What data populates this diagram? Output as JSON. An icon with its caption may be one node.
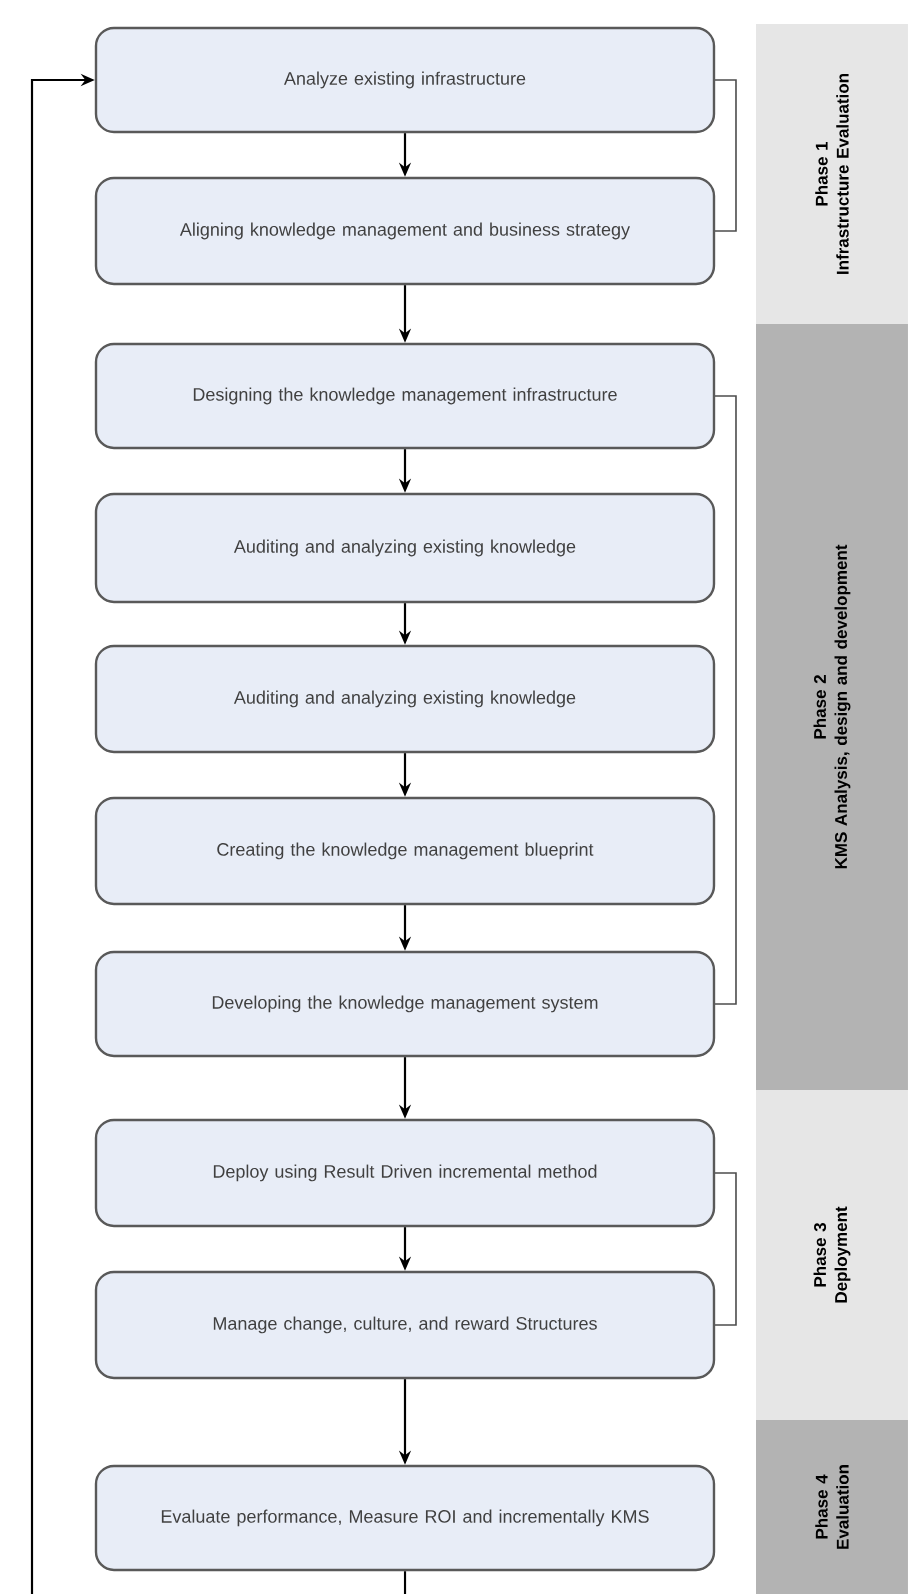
{
  "diagram": {
    "nodes": [
      {
        "text": [
          "Analyze existing infrastructure"
        ]
      },
      {
        "text": [
          "Aligning knowledge management and business strategy"
        ]
      },
      {
        "text": [
          "Designing the knowledge management infrastructure"
        ]
      },
      {
        "text": [
          "Auditing and analyzing existing knowledge"
        ]
      },
      {
        "text": [
          "Auditing and analyzing existing knowledge"
        ]
      },
      {
        "text": [
          "Creating the knowledge management blueprint"
        ]
      },
      {
        "text": [
          "Developing the knowledge management system"
        ]
      },
      {
        "text": [
          "Deploy using Result Driven incremental method"
        ]
      },
      {
        "text": [
          "Manage change, culture, and reward Structures"
        ]
      },
      {
        "text": [
          "Evaluate performance, Measure ROI and incrementally KMS"
        ]
      },
      {
        "text": [
          "Phase 1",
          "Infrastructure Evaluation"
        ]
      },
      {
        "text": [
          "Phase 2",
          "KMS Analysis, design and development"
        ]
      },
      {
        "text": [
          "Phase 3",
          "Deployment"
        ]
      },
      {
        "text": [
          "Phase 4",
          "Evaluation"
        ]
      }
    ],
    "edges": [
      {
        "from": 0,
        "to": 1,
        "arrow": "to"
      },
      {
        "from": 1,
        "to": 2,
        "arrow": "to"
      },
      {
        "from": 2,
        "to": 3,
        "arrow": "to"
      },
      {
        "from": 3,
        "to": 4,
        "arrow": "to"
      },
      {
        "from": 4,
        "to": 5,
        "arrow": "to"
      },
      {
        "from": 5,
        "to": 6,
        "arrow": "to"
      },
      {
        "from": 6,
        "to": 7,
        "arrow": "to"
      },
      {
        "from": 7,
        "to": 8,
        "arrow": "to"
      },
      {
        "from": 8,
        "to": 9,
        "arrow": "to"
      },
      {
        "from": 9,
        "to": null,
        "arrow": "none"
      },
      {
        "from": null,
        "to": 0,
        "arrow": "to"
      }
    ]
  }
}
